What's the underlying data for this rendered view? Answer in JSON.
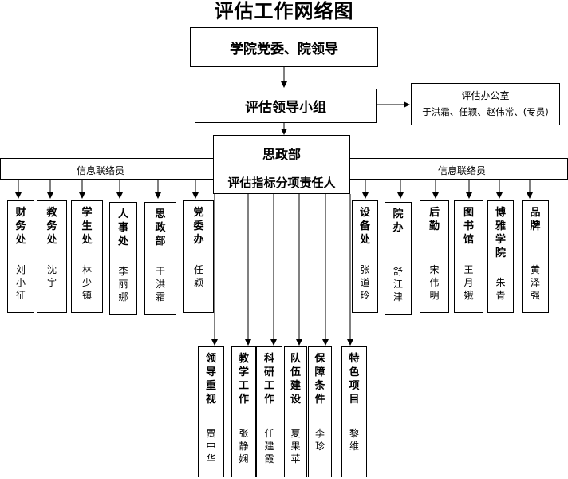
{
  "title": "评估工作网络图",
  "top_box": "学院党委、院领导",
  "leader_group": "评估领导小组",
  "office": {
    "title": "评估办公室",
    "members": "于洪霜、任颖、赵伟常、(专员)"
  },
  "center": {
    "line1": "思政部",
    "line2": "评估指标分项责任人"
  },
  "liaison_left": "信息联络员",
  "liaison_right": "信息联络员",
  "left_units": [
    {
      "dept": "财务处",
      "person": "刘小征"
    },
    {
      "dept": "教务处",
      "person": "沈宇"
    },
    {
      "dept": "学生处",
      "person": "林少镇"
    },
    {
      "dept": "人事处",
      "person": "李丽娜"
    },
    {
      "dept": "思政部",
      "person": "于洪霜"
    },
    {
      "dept": "党委办",
      "person": "任颖"
    }
  ],
  "right_units": [
    {
      "dept": "设备处",
      "person": "张道玲"
    },
    {
      "dept": "院办",
      "person": "舒江津"
    },
    {
      "dept": "后勤",
      "person": "宋伟明"
    },
    {
      "dept": "图书馆",
      "person": "王月娥"
    },
    {
      "dept": "博雅学院",
      "person": "朱青"
    },
    {
      "dept": "品牌",
      "person": "黄泽强"
    }
  ],
  "bottom_units": [
    {
      "dept": "领导重视",
      "person": "贾中华"
    },
    {
      "dept": "教学工作",
      "person": "张静娴"
    },
    {
      "dept": "科研工作",
      "person": "任建霞"
    },
    {
      "dept": "队伍建设",
      "person": "夏果苹"
    },
    {
      "dept": "保障条件",
      "person": "李珍"
    },
    {
      "dept": "特色项目",
      "person": "黎维"
    }
  ]
}
